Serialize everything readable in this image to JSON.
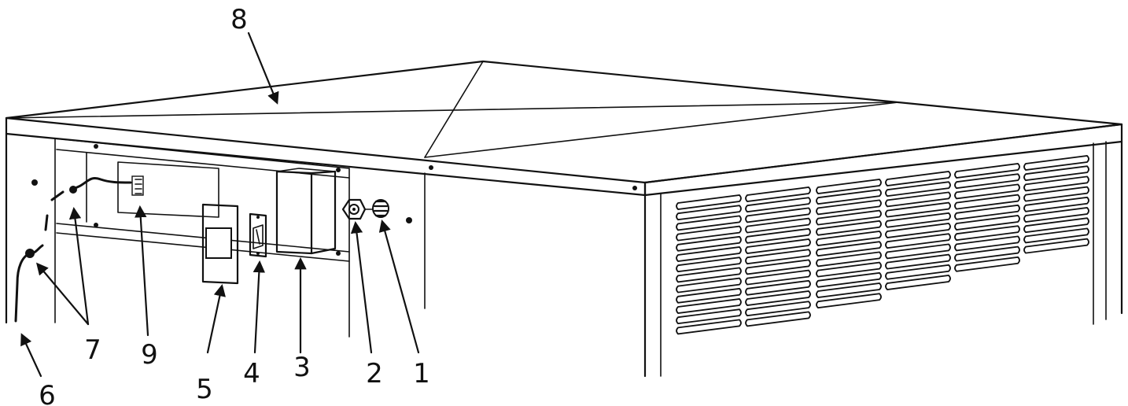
{
  "callouts": [
    {
      "id": "1",
      "label": "1"
    },
    {
      "id": "2",
      "label": "2"
    },
    {
      "id": "3",
      "label": "3"
    },
    {
      "id": "4",
      "label": "4"
    },
    {
      "id": "5",
      "label": "5"
    },
    {
      "id": "6",
      "label": "6"
    },
    {
      "id": "7",
      "label": "7"
    },
    {
      "id": "8",
      "label": "8"
    },
    {
      "id": "9",
      "label": "9"
    }
  ],
  "colors": {
    "stroke": "#111111",
    "background": "#ffffff"
  },
  "icons": [
    "arrow-icon",
    "louver-vent-icon",
    "screw-icon"
  ]
}
